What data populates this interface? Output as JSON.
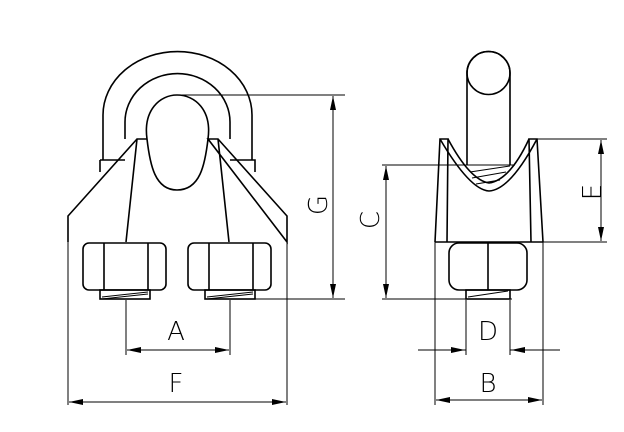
{
  "labels": {
    "A": "A",
    "B": "B",
    "C": "C",
    "D": "D",
    "E": "E",
    "F": "F",
    "G": "G"
  },
  "colors": {
    "line": "#000000",
    "background": "#ffffff"
  }
}
